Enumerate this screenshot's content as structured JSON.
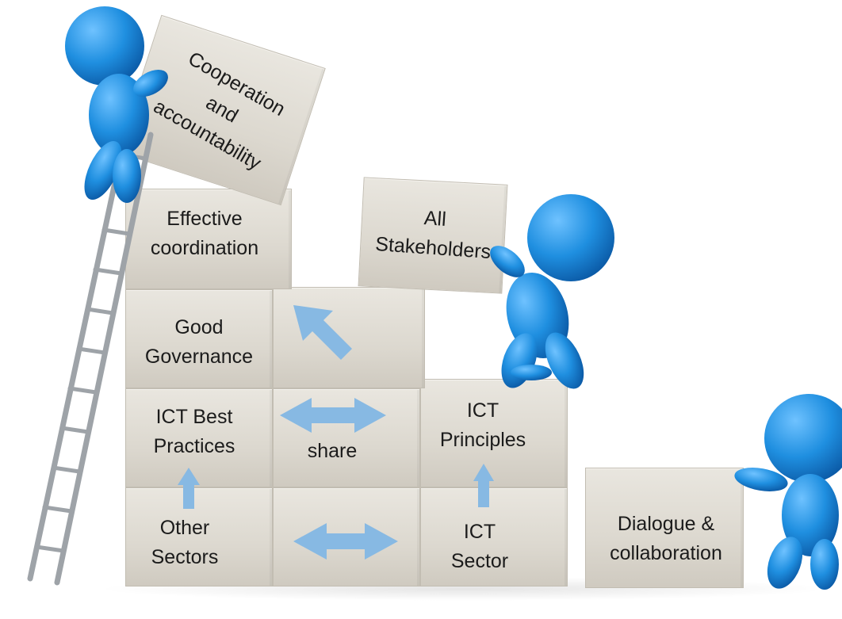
{
  "blocks": {
    "cooperation": "Cooperation\nand\naccountability",
    "effective_coordination": "Effective\ncoordination",
    "all_stakeholders": "All\nStakeholders",
    "good_governance": "Good\nGovernance",
    "ict_best_practices": "ICT Best\nPractices",
    "share": "share",
    "ict_principles": "ICT\nPrinciples",
    "other_sectors": "Other\nSectors",
    "ict_sector": "ICT\nSector",
    "dialogue_collaboration": "Dialogue &\ncollaboration"
  },
  "colors": {
    "block": "#dcd8cf",
    "arrow": "#87b9e3",
    "figure": "#1f8fe0"
  },
  "icons": [
    "ladder-icon",
    "person-figure-icon",
    "double-arrow-icon",
    "up-arrow-icon"
  ]
}
